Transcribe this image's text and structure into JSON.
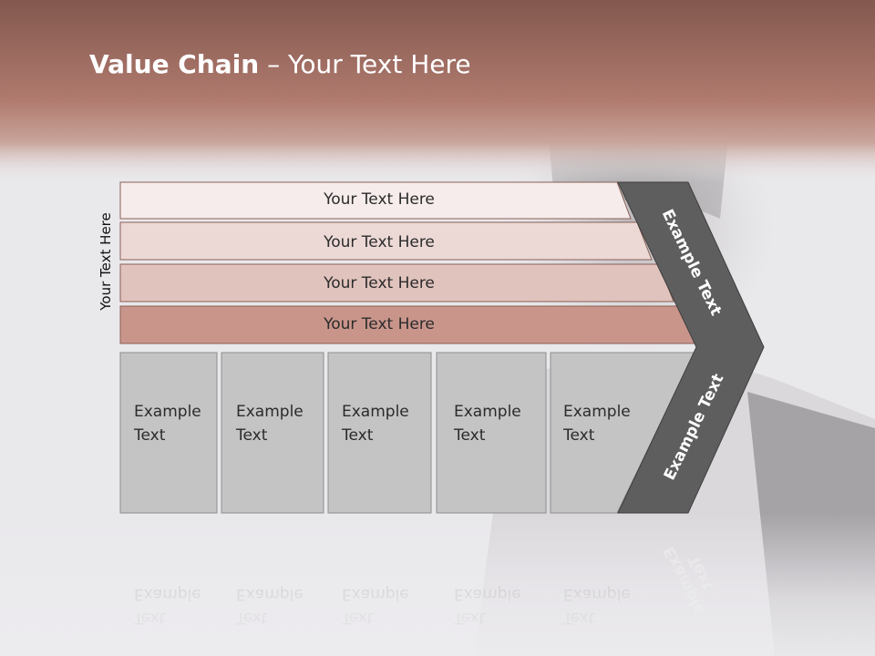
{
  "slide": {
    "title_bold": "Value Chain",
    "title_rest": " – Your Text Here",
    "side_label": "Your Text Here",
    "bars": [
      {
        "label": "Your Text Here",
        "color": "#f6eceb"
      },
      {
        "label": "Your Text Here",
        "color": "#ecd9d6"
      },
      {
        "label": "Your Text Here",
        "color": "#e1c3bd"
      },
      {
        "label": "Your Text Here",
        "color": "#c9958b"
      }
    ],
    "columns": [
      {
        "line1": "Example",
        "line2": "Text"
      },
      {
        "line1": "Example",
        "line2": "Text"
      },
      {
        "line1": "Example",
        "line2": "Text"
      },
      {
        "line1": "Example",
        "line2": "Text"
      },
      {
        "line1": "Example",
        "line2": "Text"
      }
    ],
    "arrow_labels": [
      "Example Text",
      "Example Text"
    ],
    "colors": {
      "header": "#a3675a",
      "column_fill": "#c4c4c4",
      "arrow_fill": "#5e5e5e"
    }
  }
}
